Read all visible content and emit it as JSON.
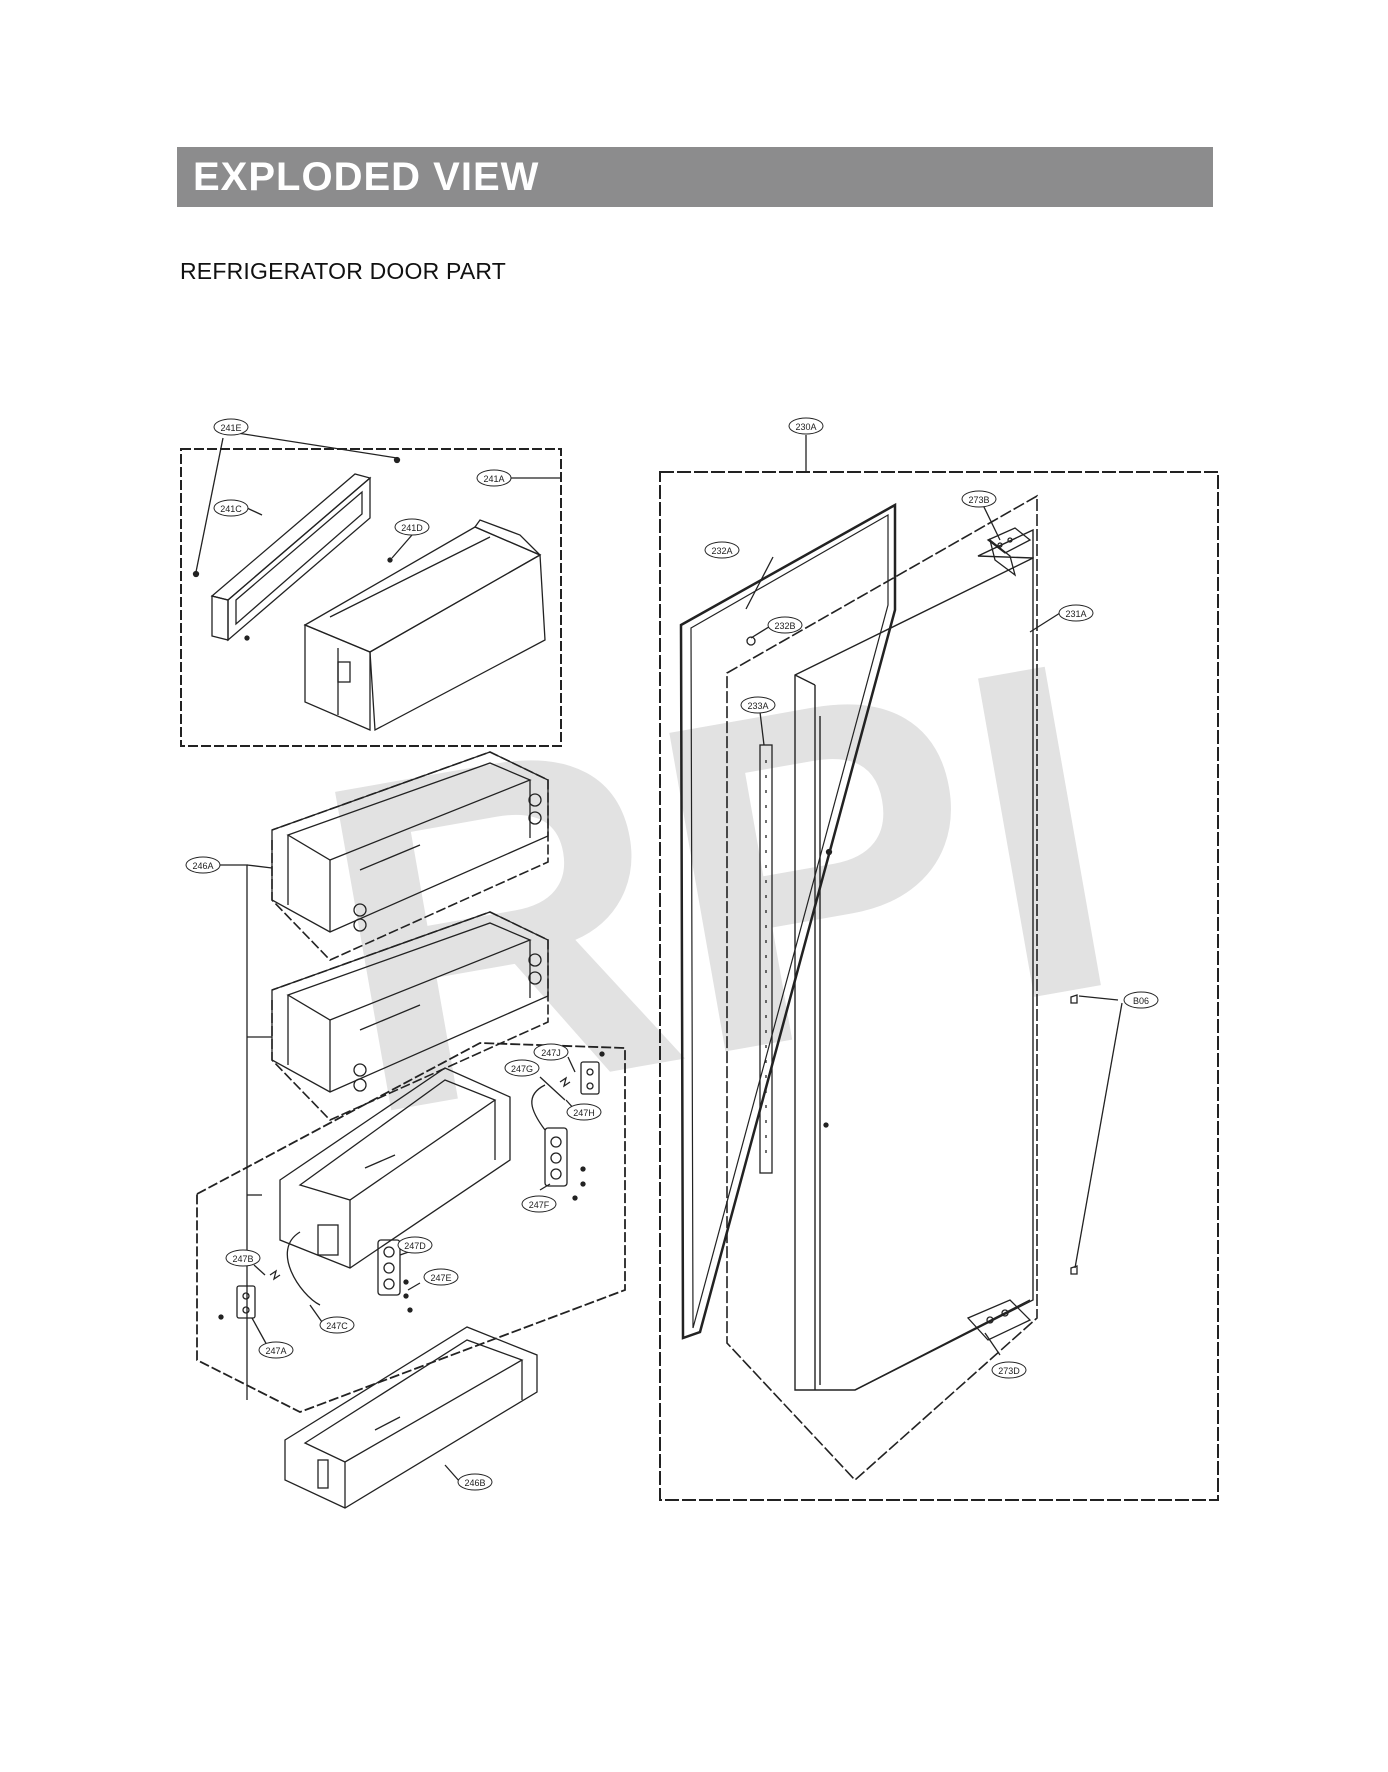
{
  "header": {
    "title": "EXPLODED VIEW"
  },
  "section": {
    "subtitle": "REFRIGERATOR DOOR PART"
  },
  "watermark": {
    "text": "RPI",
    "color": "#e2e2e2"
  },
  "colors": {
    "header_bar": "#8c8c8d",
    "line": "#222222"
  },
  "part_labels": {
    "p241E": "241E",
    "p241A": "241A",
    "p241C": "241C",
    "p241D": "241D",
    "p246A": "246A",
    "p246B": "246B",
    "p247A": "247A",
    "p247B": "247B",
    "p247C": "247C",
    "p247D": "247D",
    "p247E": "247E",
    "p247F": "247F",
    "p247G": "247G",
    "p247H": "247H",
    "p247J": "247J",
    "p230A": "230A",
    "p232A": "232A",
    "p232B": "232B",
    "p231A": "231A",
    "p233A": "233A",
    "p273B": "273B",
    "p273D": "273D",
    "pB06": "B06"
  }
}
